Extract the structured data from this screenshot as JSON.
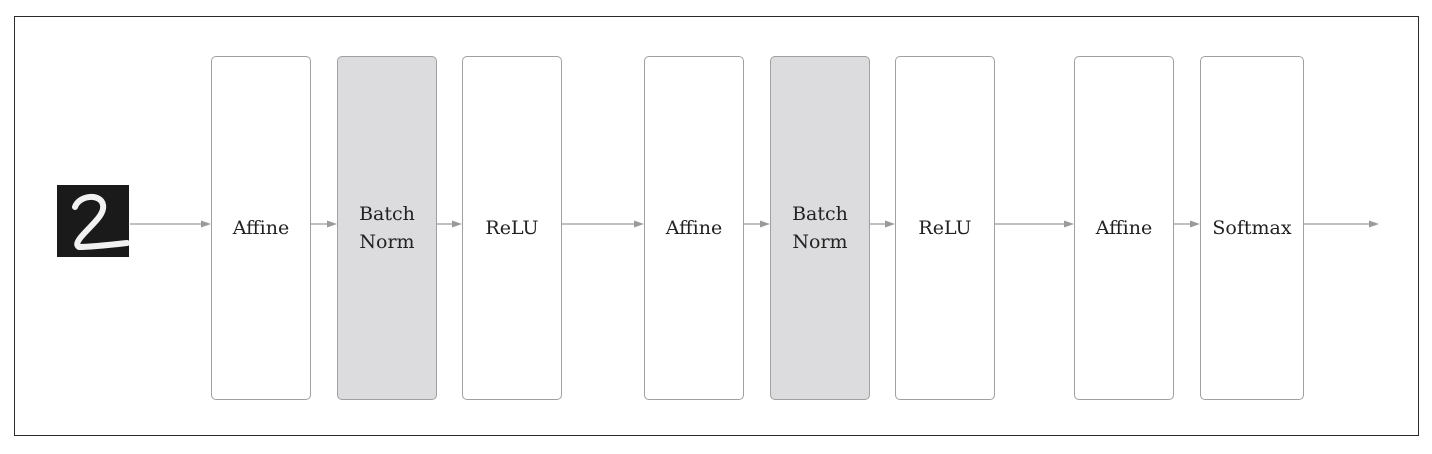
{
  "diagram": {
    "input_image": "handwritten-digit-2",
    "layers": [
      {
        "id": "affine-1",
        "label": "Affine",
        "fill": "#ffffff"
      },
      {
        "id": "batchnorm-1",
        "label": "Batch\nNorm",
        "fill": "#dcdcde"
      },
      {
        "id": "relu-1",
        "label": "ReLU",
        "fill": "#ffffff"
      },
      {
        "id": "affine-2",
        "label": "Affine",
        "fill": "#ffffff"
      },
      {
        "id": "batchnorm-2",
        "label": "Batch\nNorm",
        "fill": "#dcdcde"
      },
      {
        "id": "relu-2",
        "label": "ReLU",
        "fill": "#ffffff"
      },
      {
        "id": "affine-3",
        "label": "Affine",
        "fill": "#ffffff"
      },
      {
        "id": "softmax",
        "label": "Softmax",
        "fill": "#ffffff"
      }
    ],
    "colors": {
      "border": "#a0a0a0",
      "arrow": "#9a9a9a",
      "frame": "#2b2b2b",
      "highlight": "#dcdcde"
    }
  }
}
